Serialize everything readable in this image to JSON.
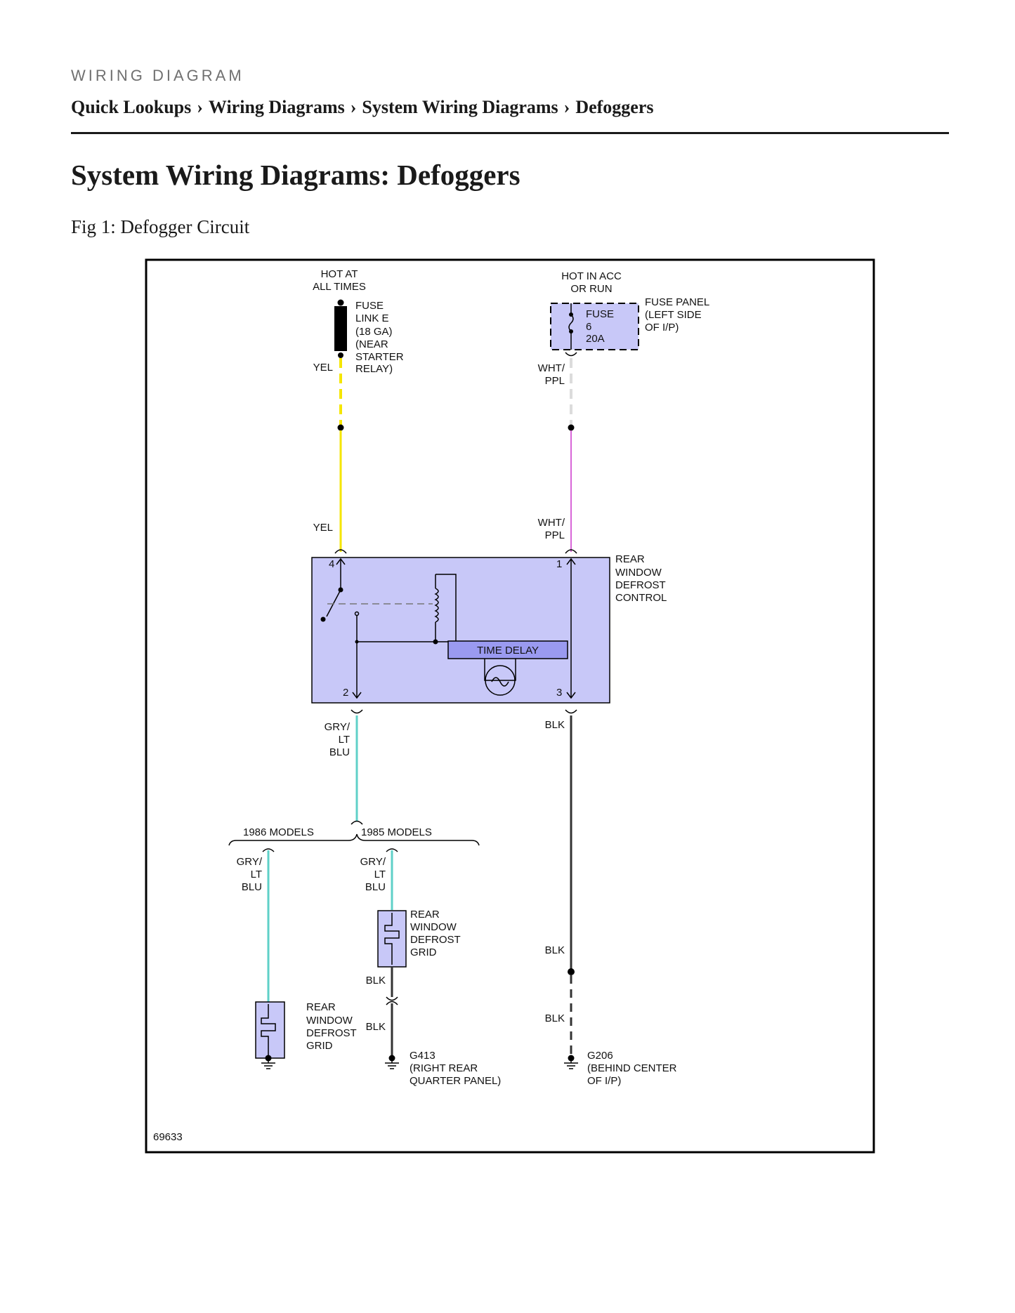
{
  "header": {
    "eyebrow": "WIRING DIAGRAM",
    "breadcrumb": [
      "Quick Lookups",
      "Wiring Diagrams",
      "System Wiring Diagrams",
      "Defoggers"
    ],
    "separator": "›"
  },
  "page_title": "System Wiring Diagrams: Defoggers",
  "figure_caption": "Fig 1: Defogger Circuit",
  "diagram": {
    "left_source": [
      "HOT AT",
      "ALL TIMES"
    ],
    "right_source": [
      "HOT IN ACC",
      "OR RUN"
    ],
    "fuse_link_label": [
      "FUSE",
      "LINK E",
      "(18 GA)",
      "(NEAR",
      "STARTER",
      "RELAY)"
    ],
    "fuse_box_label": [
      "FUSE",
      "6",
      "20A"
    ],
    "fuse_panel_label": [
      "FUSE PANEL",
      "(LEFT SIDE",
      "OF I/P)"
    ],
    "wire_yel": "YEL",
    "wire_wht_ppl": [
      "WHT/",
      "PPL"
    ],
    "wire_gry_lt_blu": [
      "GRY/",
      "LT",
      "BLU"
    ],
    "wire_blk": "BLK",
    "control_label": [
      "REAR",
      "WINDOW",
      "DEFROST",
      "CONTROL"
    ],
    "pins": [
      "4",
      "1",
      "2",
      "3"
    ],
    "time_delay_label": "TIME DELAY",
    "models_1986": "1986 MODELS",
    "models_1985": "1985 MODELS",
    "grid_label": [
      "REAR",
      "WINDOW",
      "DEFROST",
      "GRID"
    ],
    "g413_label": [
      "G413",
      "(RIGHT REAR",
      "QUARTER PANEL)"
    ],
    "g206_label": [
      "G206",
      "(BEHIND CENTER",
      "OF I/P)"
    ],
    "figure_number": "69633",
    "colors": {
      "yellow_wire": "#f5e600",
      "white_wire": "#dcdcdc",
      "purple_wire": "#cc33cc",
      "blue_wire": "#5fd0c8",
      "black_wire": "#333333",
      "component_fill": "#c8c8f8",
      "time_delay_fill": "#9a9af0"
    }
  }
}
